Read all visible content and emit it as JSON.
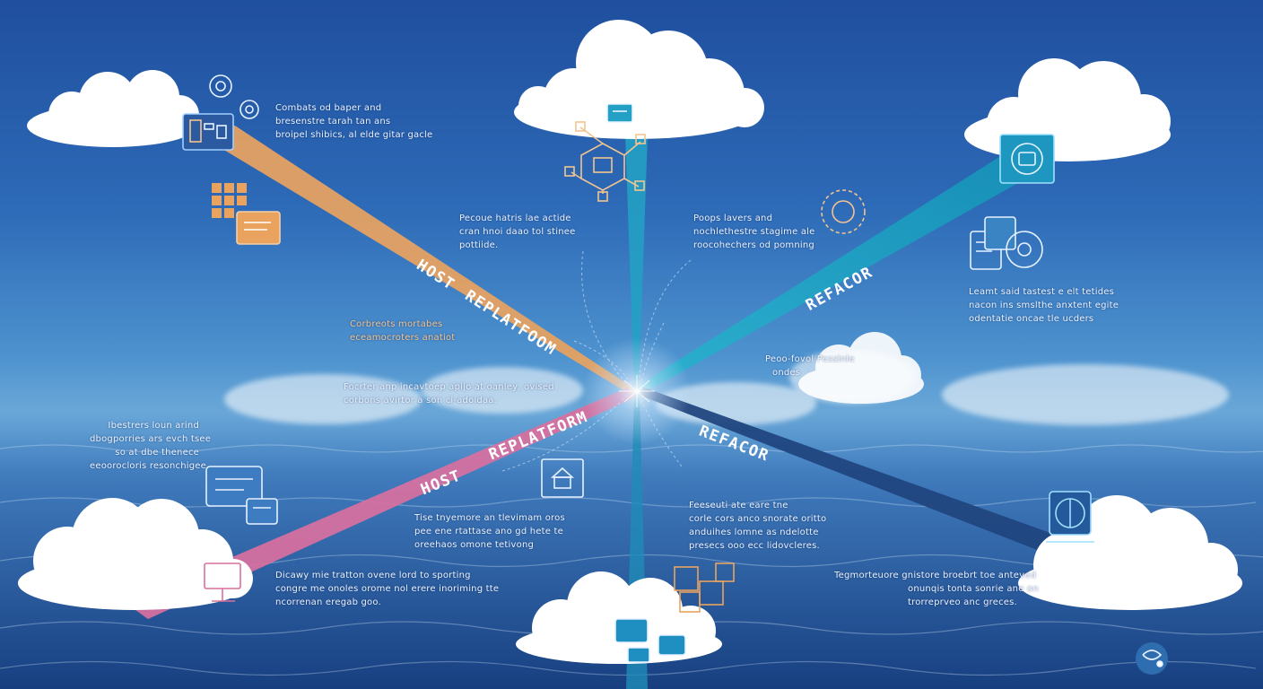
{
  "beams": [
    {
      "label": "HOST",
      "label2": "REPLATFOOM",
      "color": "#e9a35f"
    },
    {
      "label": "REFACOR",
      "color": "#25a3c6"
    },
    {
      "label": "HOST",
      "label2": "REPLATFORM",
      "color": "#d9709f"
    },
    {
      "label": "REFACOR",
      "color": "#21467f"
    }
  ],
  "texts": {
    "top_left": [
      "Combats od baper and",
      "bresenstre tarah tan ans",
      "broipel shibics, al elde gitar gacle"
    ],
    "upper_center": [
      "Pecoue hatris lae actide",
      "cran hnoi daao tol stinee",
      "pottiide."
    ],
    "upper_right_center": [
      "Poops lavers and",
      "nochlethestre stagime ale",
      "roocohechers od pomning"
    ],
    "right": [
      "Leamt said tastest e elt tetides",
      "nacon ins smslthe anxtent egite",
      "odentatie oncae tle ucders"
    ],
    "mid_left_orange": [
      "Corbreots mortabes",
      "eceamocroters anatiot"
    ],
    "center_right_small": [
      "Peoo-fovol Pessinle",
      "ondes"
    ],
    "center": [
      "Focrter anp incavtoep apijo at oanley, ovised",
      "corbons avirtor a son ci-adoidaa."
    ],
    "left": [
      "Ibestrers loun arind",
      "dbogporries ars evch tsee",
      "so at dbe thenece",
      "eeoorocloris resonchigee"
    ],
    "lower_center": [
      "Tise tnyemore an tlevimam oros",
      "pee ene rtattase ano gd hete te",
      "oreehaos omone tetivong"
    ],
    "lower_center_right": [
      "Feeseuti ate eare tne",
      "corle cors anco snorate oritto",
      "anduihes lomne as ndelotte",
      "presecs ooo ecc lidovcleres."
    ],
    "bottom_left": [
      "Dicawy mie tratton ovene lord to sporting",
      "congre me onoles orome nol erere inoriming tte",
      "ncorrenan eregab goo."
    ],
    "bottom_right": [
      "Tegmorteuore gnistore broebrt toe anteved",
      "onunqis tonta sonrie ane on",
      "trorreprveo anc greces."
    ]
  },
  "icons": [
    "server-panel-icon",
    "gear-icon",
    "grid-blocks-icon",
    "document-icon",
    "database-node-icon",
    "hexagon-network-icon",
    "gear-circle-icon",
    "cloud-shield-icon",
    "chat-windows-icon",
    "brain-document-icon",
    "house-card-icon",
    "monitor-icon",
    "cube-stack-icon",
    "chip-cluster-icon",
    "satellite-icon",
    "link-arrow-icon"
  ],
  "colors": {
    "sky_top": "#1f4f9e",
    "sea": "#1e4f93",
    "orange": "#e9a35f",
    "teal": "#25a3c6",
    "pink": "#d9709f",
    "navy": "#21467f"
  }
}
